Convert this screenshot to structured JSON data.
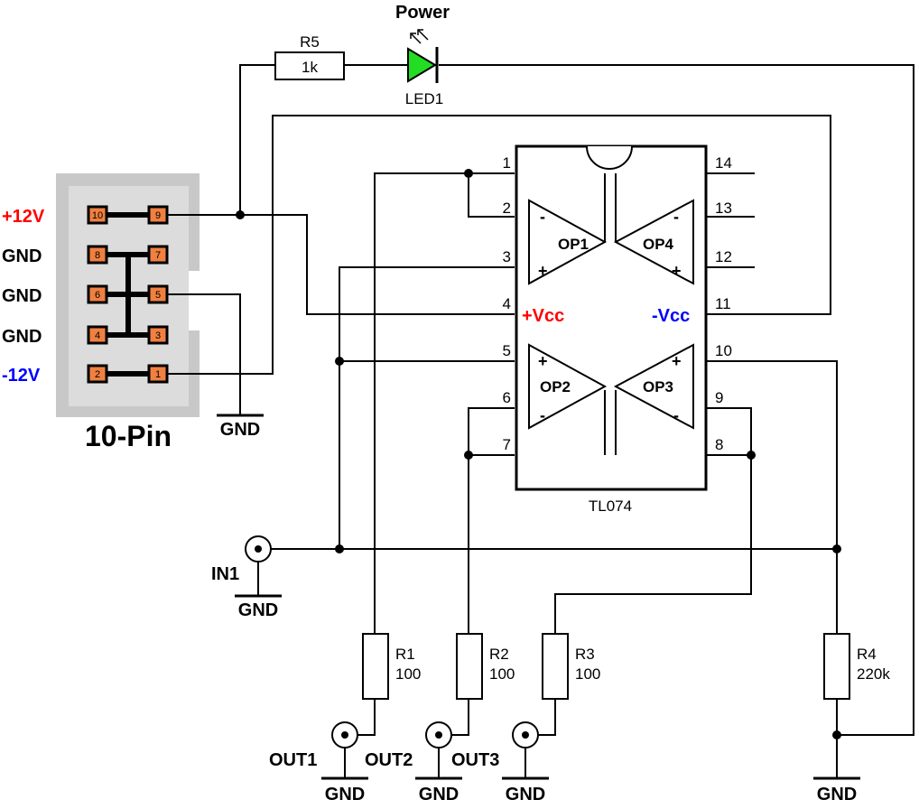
{
  "led": {
    "title": "Power",
    "ref": "LED1",
    "color": "#22dd22"
  },
  "r5": {
    "ref": "R5",
    "value": "1k"
  },
  "ic": {
    "part": "TL074",
    "vcc_pos": "+Vcc",
    "vcc_neg": "-Vcc",
    "op1": "OP1",
    "op2": "OP2",
    "op3": "OP3",
    "op4": "OP4",
    "plus": "+",
    "minus": "-",
    "pins": [
      "1",
      "2",
      "3",
      "4",
      "5",
      "6",
      "7",
      "8",
      "9",
      "10",
      "11",
      "12",
      "13",
      "14"
    ],
    "pos_color": "#ff0000",
    "neg_color": "#0000ff"
  },
  "connector": {
    "title": "10-Pin",
    "pin_labels": [
      "+12V",
      "GND",
      "GND",
      "GND",
      "-12V"
    ],
    "pins": [
      "10",
      "9",
      "8",
      "7",
      "6",
      "5",
      "4",
      "3",
      "2",
      "1"
    ],
    "pin_color": "#f08040",
    "body_color": "#c8c8c8"
  },
  "gnd": "GND",
  "input": {
    "ref": "IN1"
  },
  "outputs": [
    "OUT1",
    "OUT2",
    "OUT3"
  ],
  "resistors": [
    {
      "ref": "R1",
      "value": "100"
    },
    {
      "ref": "R2",
      "value": "100"
    },
    {
      "ref": "R3",
      "value": "100"
    },
    {
      "ref": "R4",
      "value": "220k"
    }
  ]
}
